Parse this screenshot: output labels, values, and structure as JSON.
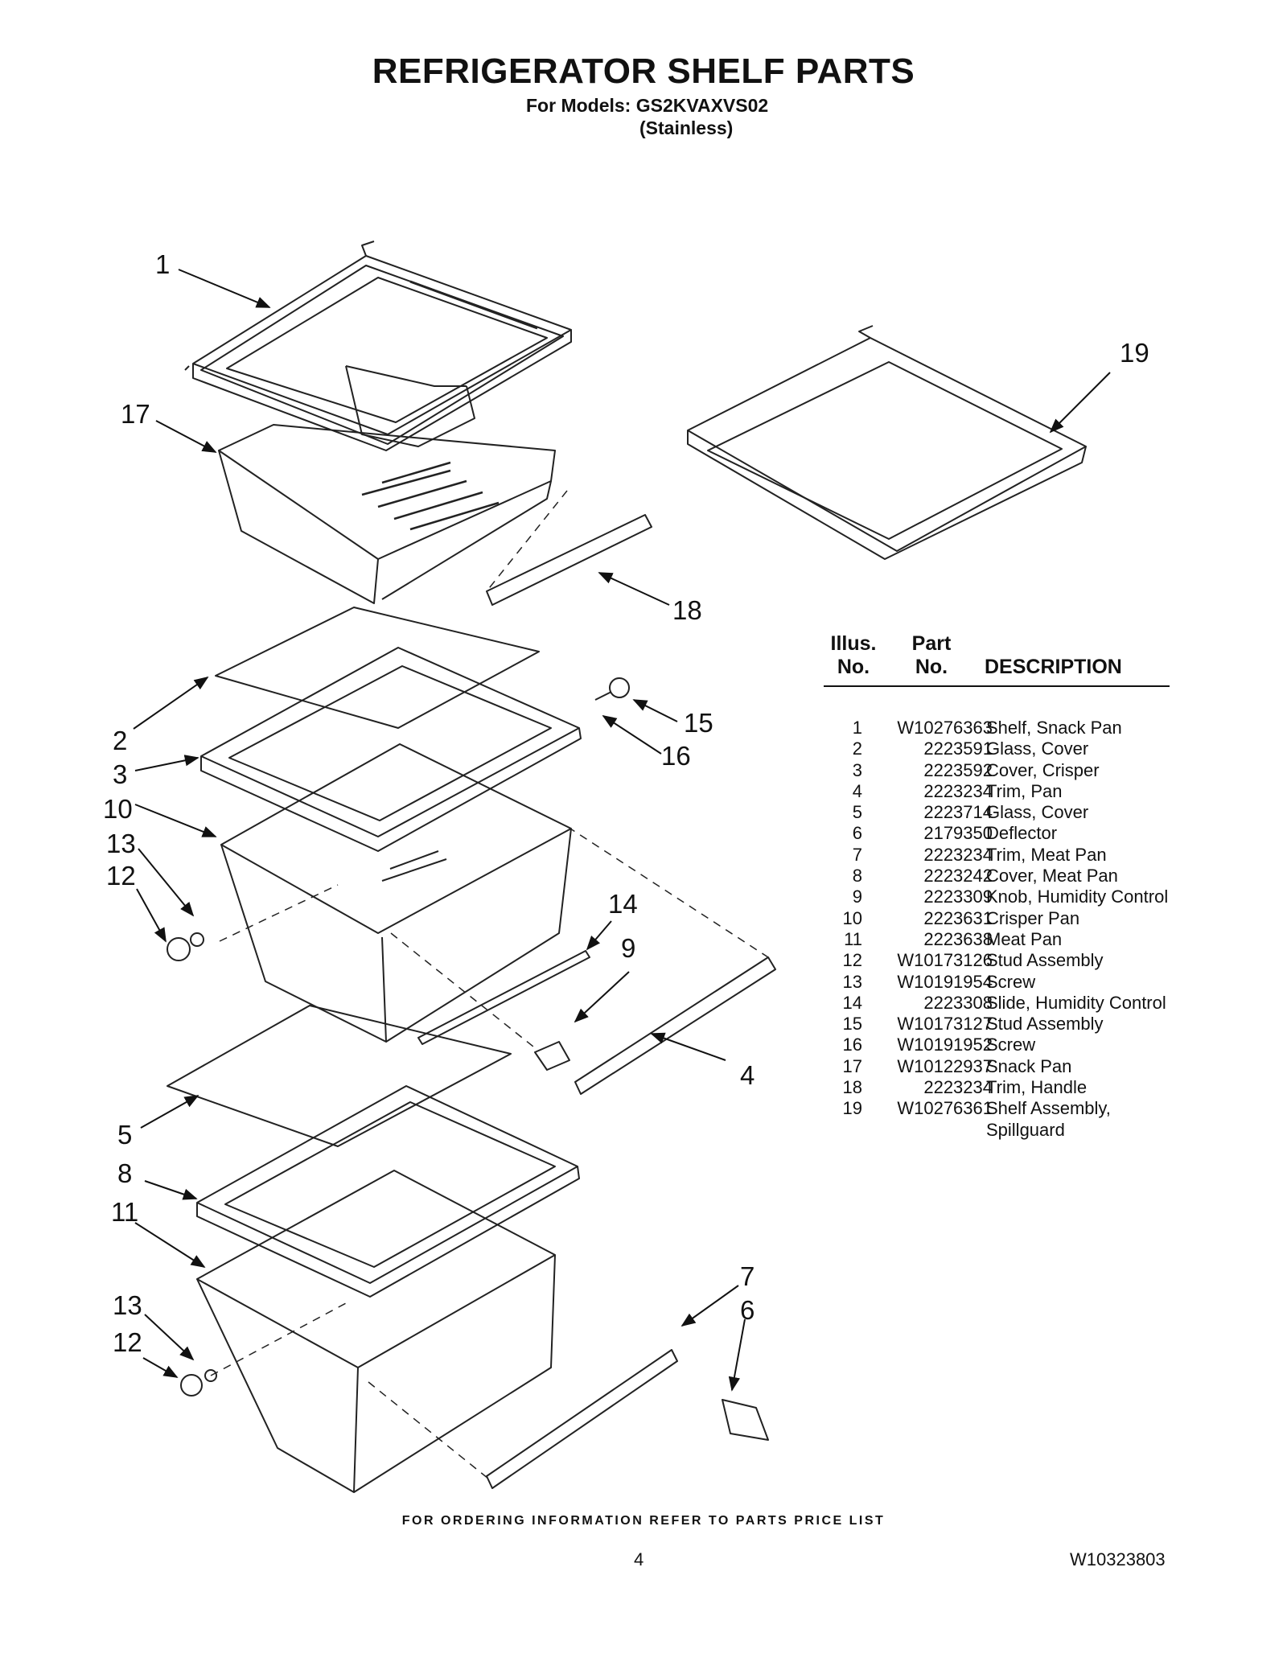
{
  "header": {
    "title": "REFRIGERATOR SHELF PARTS",
    "models_line": "For Models: GS2KVAXVS02",
    "variant": "(Stainless)"
  },
  "callouts": [
    "1",
    "17",
    "19",
    "18",
    "2",
    "3",
    "10",
    "13",
    "12",
    "15",
    "16",
    "14",
    "9",
    "4",
    "5",
    "8",
    "11",
    "7",
    "6",
    "13",
    "12"
  ],
  "table": {
    "headers": {
      "illus_line1": "Illus.",
      "illus_line2": "No.",
      "part_line1": "Part",
      "part_line2": "No.",
      "description": "DESCRIPTION"
    },
    "rows": [
      {
        "no": "1",
        "part": "W10276363",
        "desc": "Shelf, Snack Pan"
      },
      {
        "no": "2",
        "part": "2223591",
        "desc": "Glass, Cover"
      },
      {
        "no": "3",
        "part": "2223592",
        "desc": "Cover, Crisper"
      },
      {
        "no": "4",
        "part": "2223234",
        "desc": "Trim, Pan"
      },
      {
        "no": "5",
        "part": "2223714",
        "desc": "Glass, Cover"
      },
      {
        "no": "6",
        "part": "2179350",
        "desc": "Deflector"
      },
      {
        "no": "7",
        "part": "2223234",
        "desc": "Trim, Meat Pan"
      },
      {
        "no": "8",
        "part": "2223242",
        "desc": "Cover, Meat Pan"
      },
      {
        "no": "9",
        "part": "2223309",
        "desc": "Knob, Humidity Control"
      },
      {
        "no": "10",
        "part": "2223631",
        "desc": "Crisper Pan"
      },
      {
        "no": "11",
        "part": "2223638",
        "desc": "Meat Pan"
      },
      {
        "no": "12",
        "part": "W10173126",
        "desc": "Stud Assembly"
      },
      {
        "no": "13",
        "part": "W10191954",
        "desc": "Screw"
      },
      {
        "no": "14",
        "part": "2223308",
        "desc": "Slide, Humidity Control"
      },
      {
        "no": "15",
        "part": "W10173127",
        "desc": "Stud Assembly"
      },
      {
        "no": "16",
        "part": "W10191952",
        "desc": "Screw"
      },
      {
        "no": "17",
        "part": "W10122937",
        "desc": "Snack Pan"
      },
      {
        "no": "18",
        "part": "2223234",
        "desc": "Trim, Handle"
      },
      {
        "no": "19",
        "part": "W10276361",
        "desc": "Shelf Assembly, Spillguard"
      }
    ]
  },
  "footer": {
    "ordering_note": "FOR ORDERING INFORMATION REFER TO PARTS PRICE LIST",
    "page_number": "4",
    "document_number": "W10323803"
  }
}
